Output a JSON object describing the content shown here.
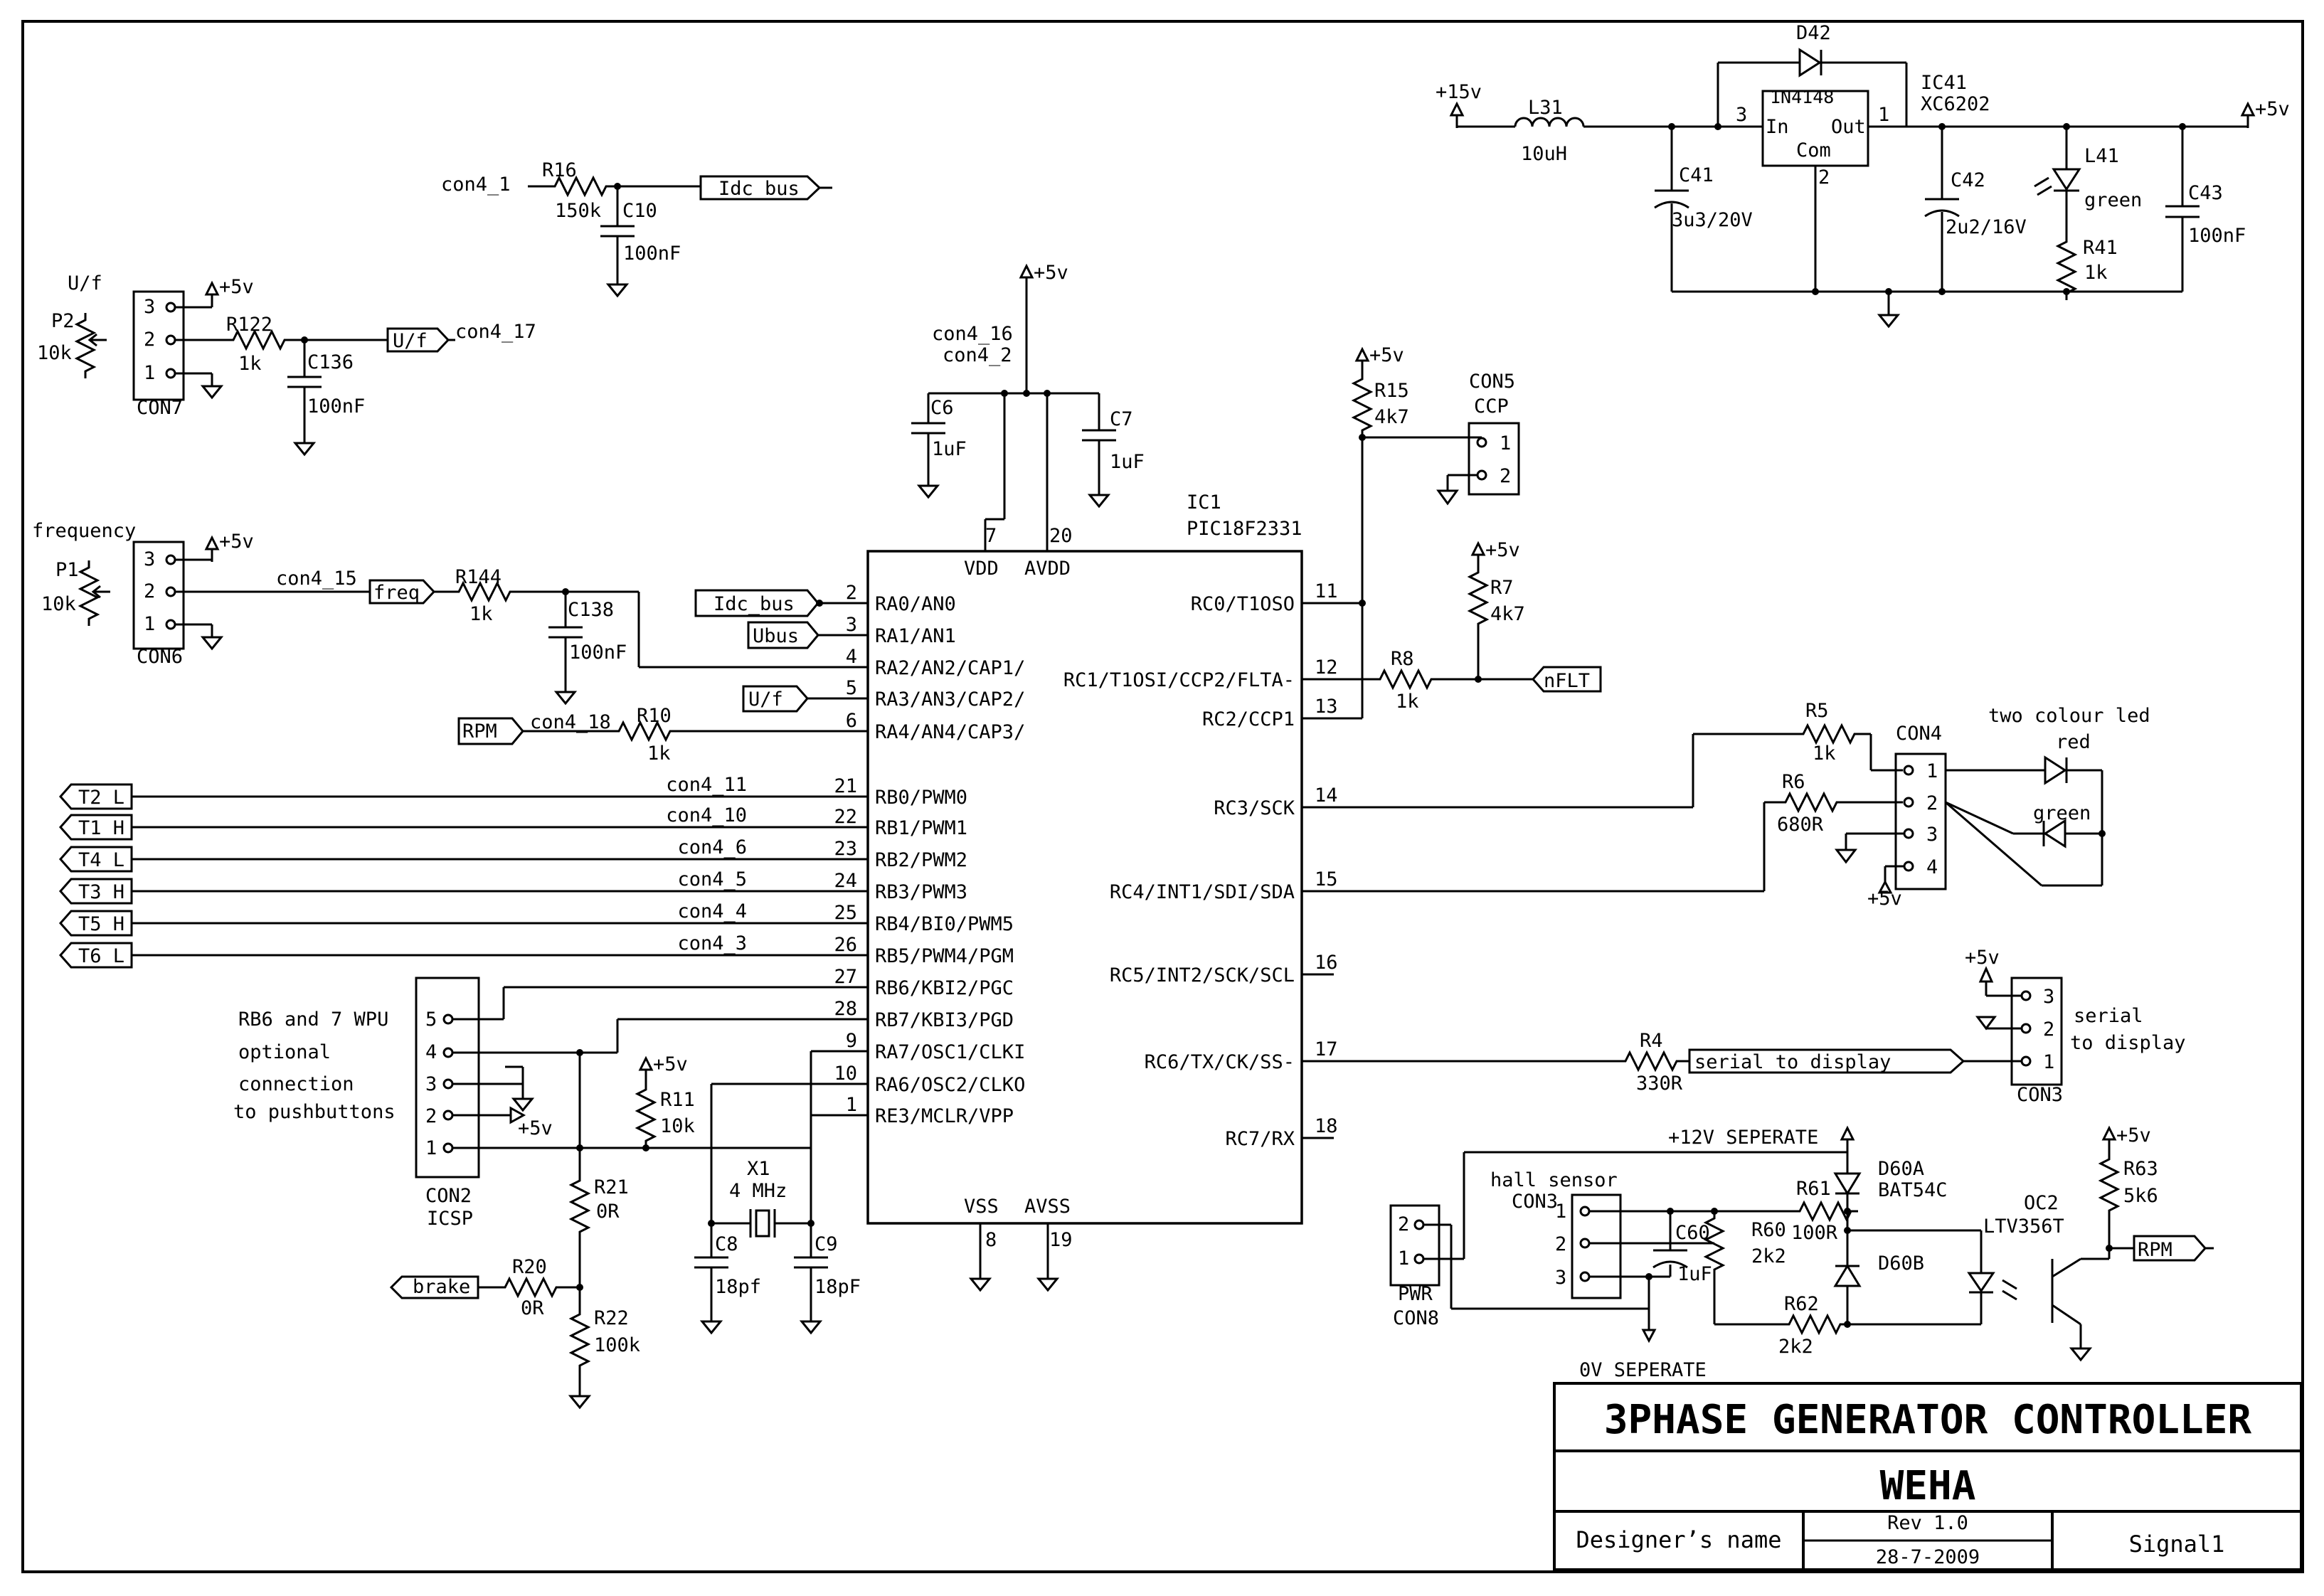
{
  "title_block": {
    "title": "3PHASE GENERATOR CONTROLLER",
    "company": "WEHA",
    "designer": "Designer’s name",
    "rev": "Rev 1.0",
    "date": "28-7-2009",
    "sheet": "Signal1"
  },
  "labels": {
    "ic1_ref": "IC1",
    "ic1_part": "PIC18F2331",
    "ic41_ref": "IC41",
    "ic41_part": "XC6202",
    "d42": "D42",
    "d42_part": "1N4148",
    "reg_in": "In",
    "reg_out": "Out",
    "reg_com": "Com",
    "v15": "+15v",
    "v5": "+5v",
    "l31": "L31",
    "l31_val": "10uH",
    "c41": "C41",
    "c41_val": "3u3/20V",
    "c42": "C42",
    "c42_val": "2u2/16V",
    "l41": "L41",
    "l41_val": "green",
    "r41": "R41",
    "r41_val": "1k",
    "c43": "C43",
    "c43_val": "100nF",
    "r16": "R16",
    "r16_val": "150k",
    "c10": "C10",
    "c10_val": "100nF",
    "con4_1": "con4_1",
    "idc_bus": "Idc_bus",
    "uf_title": "U/f",
    "p2": "P2",
    "p2_val": "10k",
    "con7": "CON7",
    "r122": "R122",
    "r122_val": "1k",
    "c136": "C136",
    "c136_val": "100nF",
    "uf_flag": "U/f",
    "con4_17": "con4_17",
    "con4_16": "con4_16",
    "con4_2": "con4_2",
    "c6": "C6",
    "c6_val": "1uF",
    "c7": "C7",
    "c7_val": "1uF",
    "r15": "R15",
    "r15_val": "4k7",
    "con5": "CON5",
    "ccp": "CCP",
    "freq_title": "frequency",
    "p1": "P1",
    "p1_val": "10k",
    "con6": "CON6",
    "con4_15": "con4_15",
    "freq_flag": "freq",
    "r144": "R144",
    "r144_val": "1k",
    "c138": "C138",
    "c138_val": "100nF",
    "idc_bus2": "Idc_bus",
    "ubus": "Ubus",
    "uf2": "U/f",
    "rpm": "RPM",
    "con4_18": "con4_18",
    "r10": "R10",
    "r10_val": "1k",
    "r7": "R7",
    "r7_val": "4k7",
    "r8": "R8",
    "r8_val": "1k",
    "nflt": "nFLT",
    "vdd": "VDD",
    "avdd": "AVDD",
    "vss": "VSS",
    "avss": "AVSS",
    "p7": "7",
    "p20": "20",
    "p8": "8",
    "p19": "19",
    "t2l": "T2_L",
    "t1h": "T1_H",
    "t4l": "T4_L",
    "t3h": "T3_H",
    "t5h": "T5_H",
    "t6l": "T6_L",
    "con4_11": "con4_11",
    "con4_10": "con4_10",
    "con4_6": "con4_6",
    "con4_5": "con4_5",
    "con4_4": "con4_4",
    "con4_3": "con4_3",
    "rb_note1": "RB6 and 7 WPU",
    "rb_note2": "optional",
    "rb_note3": "connection",
    "rb_note4": "to pushbuttons",
    "con2": "CON2",
    "icsp": "ICSP",
    "r11": "R11",
    "r11_val": "10k",
    "x1": "X1",
    "x1_val": "4 MHz",
    "c8": "C8",
    "c8_val": "18pf",
    "c9": "C9",
    "c9_val": "18pF",
    "r21": "R21",
    "r21_val": "0R",
    "r20": "R20",
    "r20_val": "0R",
    "r22": "R22",
    "r22_val": "100k",
    "brake": "brake",
    "r5": "R5",
    "r5_val": "1k",
    "r6": "R6",
    "r6_val": "680R",
    "con4": "CON4",
    "two_colour": "two colour led",
    "red": "red",
    "green": "green",
    "r4": "R4",
    "r4_val": "330R",
    "serial_flag": "serial to display",
    "serial1": "serial",
    "serial2": "to display",
    "con3": "CON3",
    "v12": "+12V SEPERATE",
    "v0": "0V SEPERATE",
    "hall": "hall sensor",
    "con3b": "CON3",
    "pwr": "PWR",
    "con8": "CON8",
    "c60": "C60",
    "c60_val": "1uF",
    "r60": "R60",
    "r60_val": "2k2",
    "r61": "R61",
    "r61_val": "100R",
    "r62": "R62",
    "r62_val": "2k2",
    "d60a": "D60A",
    "d60a_part": "BAT54C",
    "d60b": "D60B",
    "oc2": "OC2",
    "oc2_part": "LTV356T",
    "r63": "R63",
    "r63_val": "5k6",
    "rpm2": "RPM"
  },
  "ic1_pins_left": [
    {
      "num": "2",
      "name": "RA0/AN0"
    },
    {
      "num": "3",
      "name": "RA1/AN1"
    },
    {
      "num": "4",
      "name": "RA2/AN2/CAP1/"
    },
    {
      "num": "5",
      "name": "RA3/AN3/CAP2/"
    },
    {
      "num": "6",
      "name": "RA4/AN4/CAP3/"
    },
    {
      "num": "21",
      "name": "RB0/PWM0"
    },
    {
      "num": "22",
      "name": "RB1/PWM1"
    },
    {
      "num": "23",
      "name": "RB2/PWM2"
    },
    {
      "num": "24",
      "name": "RB3/PWM3"
    },
    {
      "num": "25",
      "name": "RB4/BI0/PWM5"
    },
    {
      "num": "26",
      "name": "RB5/PWM4/PGM"
    },
    {
      "num": "27",
      "name": "RB6/KBI2/PGC"
    },
    {
      "num": "28",
      "name": "RB7/KBI3/PGD"
    },
    {
      "num": "9",
      "name": "RA7/OSC1/CLKI"
    },
    {
      "num": "10",
      "name": "RA6/OSC2/CLKO"
    },
    {
      "num": "1",
      "name": "RE3/MCLR/VPP"
    }
  ],
  "ic1_pins_right": [
    {
      "num": "11",
      "name": "RC0/T1OSO"
    },
    {
      "num": "12",
      "name": "RC1/T1OSI/CCP2/FLTA-"
    },
    {
      "num": "13",
      "name": "RC2/CCP1"
    },
    {
      "num": "14",
      "name": "RC3/SCK"
    },
    {
      "num": "15",
      "name": "RC4/INT1/SDI/SDA"
    },
    {
      "num": "16",
      "name": "RC5/INT2/SCK/SCL"
    },
    {
      "num": "17",
      "name": "RC6/TX/CK/SS-"
    },
    {
      "num": "18",
      "name": "RC7/RX"
    }
  ],
  "pin_numbers": {
    "one": "1",
    "two": "2",
    "three": "3",
    "four": "4",
    "five": "5"
  }
}
